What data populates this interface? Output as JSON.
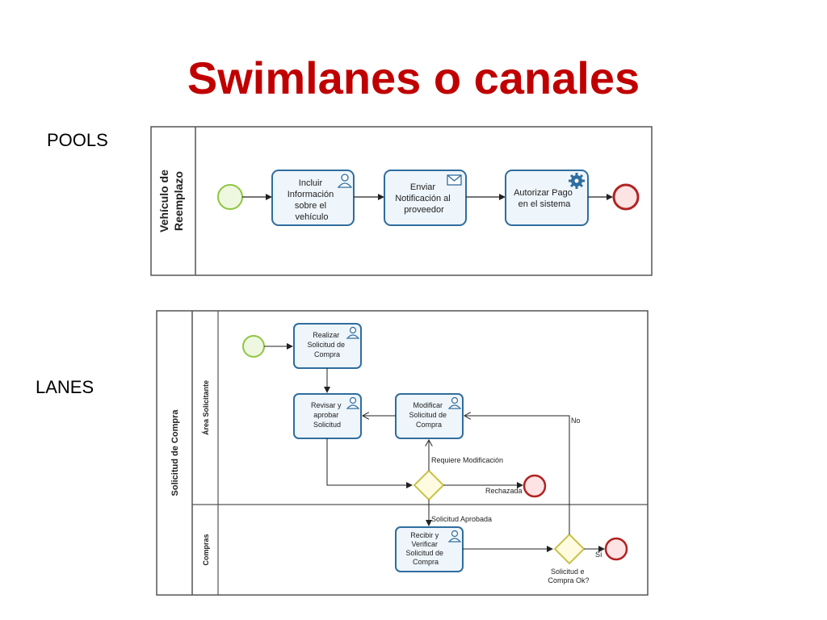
{
  "title": "Swimlanes o canales",
  "labels": {
    "pools": "POOLS",
    "lanes": "LANES"
  },
  "colors": {
    "title": "#c00000",
    "task_border": "#2f6d9e",
    "task_fill": "#eef5fb",
    "start_event": "#8fc63f",
    "end_event": "#b22222",
    "gateway": "#c9c24a"
  },
  "pool_diagram": {
    "pool_label": [
      "Vehículo de",
      "Reemplazo"
    ],
    "tasks": [
      {
        "lines": [
          "Incluir",
          "Información",
          "sobre el",
          "vehículo"
        ],
        "icon": "user-icon"
      },
      {
        "lines": [
          "Enviar",
          "Notificación al",
          "proveedor"
        ],
        "icon": "envelope-icon"
      },
      {
        "lines": [
          "Autorizar Pago",
          "en el sistema"
        ],
        "icon": "gear-icon"
      }
    ]
  },
  "lanes_diagram": {
    "pool_label": "Solicitud de Compra",
    "lanes": [
      "Área Solicitante",
      "Compras"
    ],
    "tasks": [
      {
        "lines": [
          "Realizar",
          "Solicitud de",
          "Compra"
        ],
        "icon": "user-icon"
      },
      {
        "lines": [
          "Revisar y",
          "aprobar",
          "Solicitud"
        ],
        "icon": "user-icon"
      },
      {
        "lines": [
          "Modificar",
          "Solicitud de",
          "Compra"
        ],
        "icon": "user-icon"
      },
      {
        "lines": [
          "Recibir y",
          "Verificar",
          "Solicitud de",
          "Compra"
        ],
        "icon": "user-icon"
      }
    ],
    "flow_labels": {
      "requires_modification": "Requiere Modificación",
      "rejected": "Rechazada",
      "approved": "Solicitud Aprobada",
      "no": "No",
      "yes": "Sí"
    },
    "gateway_label": [
      "Solicitud e",
      "Compra Ok?"
    ]
  }
}
